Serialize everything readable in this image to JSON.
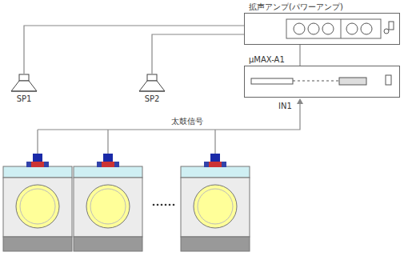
{
  "diagram": {
    "nodes": [
      {
        "text": [
          "拡声アンプ(パワーアンプ)"
        ]
      },
      {
        "text": [
          "μMAX-A1"
        ]
      },
      {
        "text": [
          "SP1"
        ]
      },
      {
        "text": [
          "SP2"
        ]
      }
    ],
    "edges": [
      {
        "from": 0,
        "to": 2,
        "arrow": "none"
      },
      {
        "from": 0,
        "to": 3,
        "arrow": "none"
      },
      {
        "from": 0,
        "to": 1,
        "arrow": "none"
      }
    ],
    "labels": [
      "IN1",
      "太鼓信号"
    ]
  }
}
